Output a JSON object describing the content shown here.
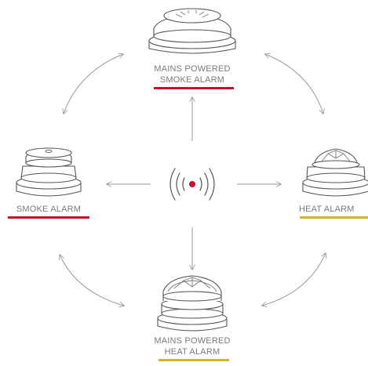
{
  "nodes": {
    "top": {
      "line1": "MAINS POWERED",
      "line2": "SMOKE ALARM",
      "underline_color": "#c8102e"
    },
    "left": {
      "line1": "SMOKE ALARM",
      "underline_color": "#c8102e"
    },
    "right": {
      "line1": "HEAT ALARM",
      "underline_color": "#d4b22a"
    },
    "bottom": {
      "line1": "MAINS POWERED",
      "line2": "HEAT ALARM",
      "underline_color": "#d4b22a"
    }
  },
  "colors": {
    "stroke": "#6e6e6e",
    "arrow": "#9a9a9a",
    "signal_dot": "#c8102e",
    "text": "#7a7a7a"
  },
  "icons": {
    "center": "wireless-signal-icon"
  }
}
